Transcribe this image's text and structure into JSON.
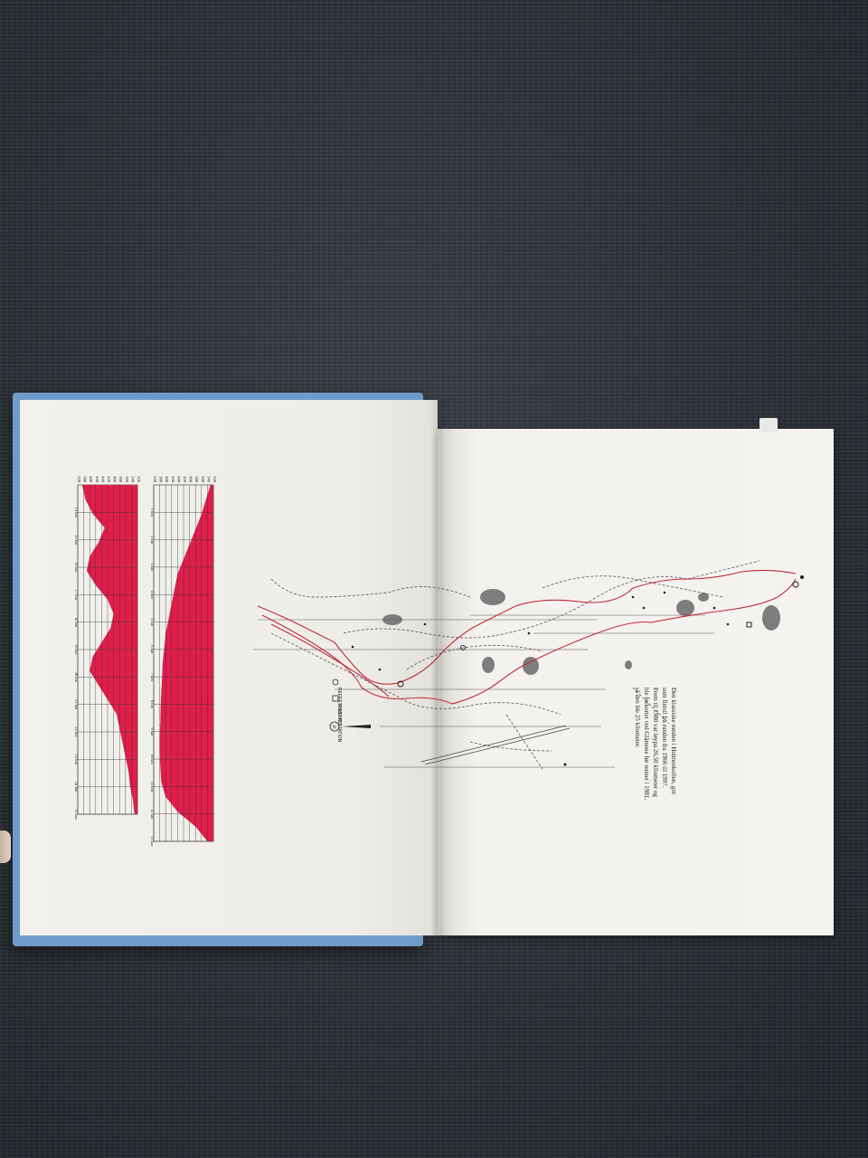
{
  "book": {
    "cover_color": "#6e9cc9",
    "route_color": "#c0293a",
    "profile_fill": "#e01e4a"
  },
  "caption": {
    "lines": [
      "Den klassiske runden i Holmenkollen, gitt",
      "som firmil fra runden fra 1966 til 1997.",
      "Frem til 1980 var løypa 26,50 kilometer og",
      "ble forkortet ved Glåmene før rennet i 1981,",
      "så den ble 25 kilometer."
    ]
  },
  "legend": {
    "refreshment": "REFRESHMENT STATION",
    "first_aid": "FIRST AID"
  },
  "chart_data": [
    {
      "type": "area",
      "title": "",
      "xlabel": "",
      "ylabel": "",
      "x_ticks": [
        "14 km",
        "15 km",
        "16 km",
        "17 km",
        "18 km",
        "19 km",
        "20 km",
        "21 km",
        "22 km",
        "23 km",
        "24 km",
        "25 km"
      ],
      "y_ticks": [
        "320",
        "340",
        "360",
        "380",
        "400",
        "420",
        "440",
        "460",
        "480",
        "500",
        "520"
      ],
      "series": [
        {
          "values": [
            505,
            495,
            470,
            430,
            450,
            480,
            490,
            460,
            420,
            400,
            410,
            440,
            470,
            480,
            450,
            420,
            390,
            380,
            370,
            360,
            350,
            345,
            335,
            330
          ]
        }
      ]
    },
    {
      "type": "area",
      "title": "",
      "xlabel": "",
      "ylabel": "",
      "x_ticks": [
        "1 km",
        "2 km",
        "3 km",
        "4 km",
        "5 km",
        "6 km",
        "7 km",
        "8 km",
        "9 km",
        "10 km",
        "11 km",
        "12 km",
        "13 km"
      ],
      "y_ticks": [
        "320",
        "340",
        "360",
        "380",
        "400",
        "420",
        "440",
        "460",
        "480",
        "500",
        "520"
      ],
      "series": [
        {
          "values": [
            330,
            345,
            360,
            380,
            400,
            420,
            440,
            450,
            460,
            470,
            480,
            485,
            490,
            492,
            495,
            497,
            498,
            500,
            500,
            498,
            495,
            480,
            440,
            380,
            340
          ]
        }
      ]
    }
  ]
}
